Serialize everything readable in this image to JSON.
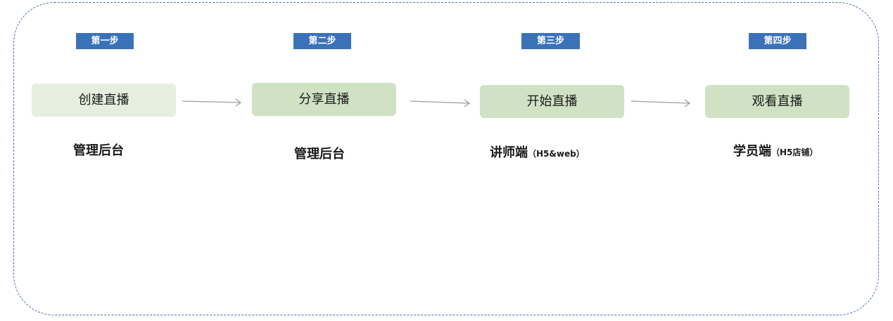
{
  "steps": [
    {
      "badge": "第一步",
      "title": "创建直播",
      "role": "管理后台",
      "role_note": ""
    },
    {
      "badge": "第二步",
      "title": "分享直播",
      "role": "管理后台",
      "role_note": ""
    },
    {
      "badge": "第三步",
      "title": "开始直播",
      "role": "讲师端",
      "role_note": "（H5&web）"
    },
    {
      "badge": "第四步",
      "title": "观看直播",
      "role": "学员端",
      "role_note": "（H5店铺）"
    }
  ],
  "colors": {
    "badge": "#3a72b8",
    "box_first": "#e6efdf",
    "box_rest": "#cfe2c3",
    "frame_border": "#4a6fb0",
    "arrow": "#9e9e9e"
  },
  "icons": [
    "arrow-right-icon",
    "arrow-right-icon",
    "arrow-right-icon"
  ]
}
